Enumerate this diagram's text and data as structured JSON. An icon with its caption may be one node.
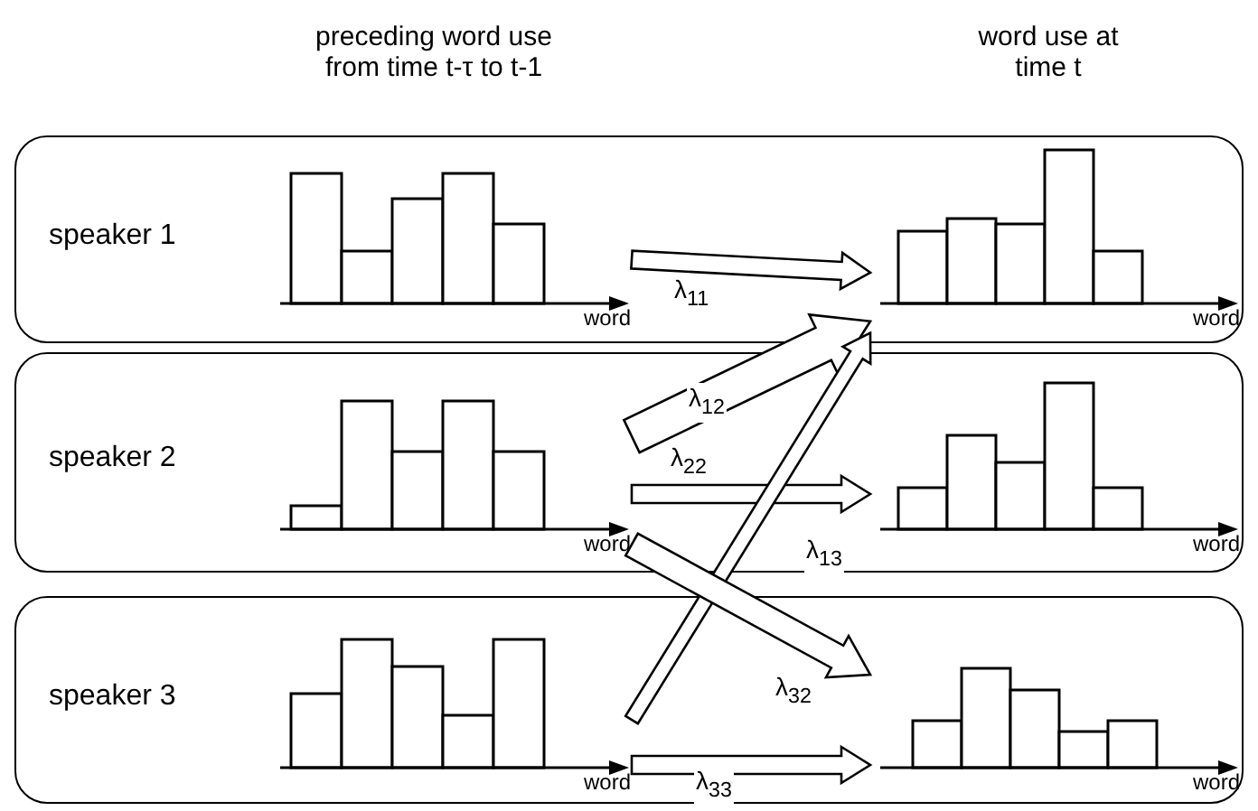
{
  "diagram": {
    "nodes": [
      {
        "text": [
          "speaker 1"
        ]
      },
      {
        "text": [
          "word"
        ],
        "in": 0
      },
      {
        "text": [
          "word"
        ],
        "in": 0
      },
      {
        "text": [
          "speaker 2"
        ]
      },
      {
        "text": [
          "word"
        ],
        "in": 3
      },
      {
        "text": [
          "word"
        ],
        "in": 3
      },
      {
        "text": [
          "speaker 3"
        ]
      },
      {
        "text": [
          "word"
        ],
        "in": 6
      },
      {
        "text": [
          "word"
        ],
        "in": 6
      }
    ],
    "edges": [
      {
        "from": 1,
        "to": 2,
        "arrow": "to",
        "label": "λ$_{11}$"
      },
      {
        "from": 4,
        "to": 2,
        "arrow": "to",
        "label": "λ$_{12}$"
      },
      {
        "from": 4,
        "to": 5,
        "arrow": "to",
        "label": "λ$_{22}$"
      },
      {
        "from": 7,
        "to": 2,
        "arrow": "to",
        "label": "λ$_{13}$"
      },
      {
        "from": 4,
        "to": 8,
        "arrow": "to",
        "label": "λ$_{32}$"
      },
      {
        "from": 7,
        "to": 8,
        "arrow": "to",
        "label": "λ$_{33}$"
      }
    ],
    "labels": [
      "preceding word use from time t-τ to t-1",
      "word use at time t"
    ]
  }
}
